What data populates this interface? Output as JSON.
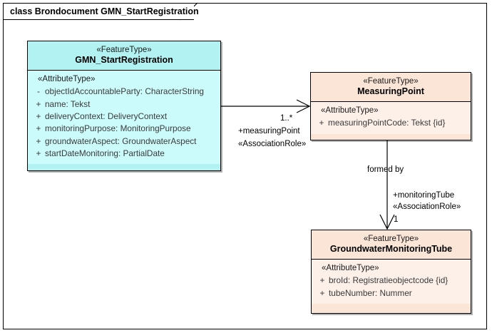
{
  "frame": {
    "title": "class Brondocument GMN_StartRegistration"
  },
  "classes": [
    {
      "id": "gmn",
      "stereotype": "«FeatureType»",
      "name": "GMN_StartRegistration",
      "fill": "#b2f2f2",
      "compartment_label": "«AttributeType»",
      "attributes": [
        {
          "visibility": "-",
          "text": "objectIdAccountableParty: CharacterString"
        },
        {
          "visibility": "+",
          "text": "name: Tekst"
        },
        {
          "visibility": "+",
          "text": "deliveryContext: DeliveryContext"
        },
        {
          "visibility": "+",
          "text": "monitoringPurpose: MonitoringPurpose"
        },
        {
          "visibility": "+",
          "text": "groundwaterAspect: GroundwaterAspect"
        },
        {
          "visibility": "+",
          "text": "startDateMonitoring: PartialDate"
        }
      ]
    },
    {
      "id": "mp",
      "stereotype": "«FeatureType»",
      "name": "MeasuringPoint",
      "fill": "#fae5d7",
      "compartment_label": "«AttributeType»",
      "attributes": [
        {
          "visibility": "+",
          "text": "measuringPointCode: Tekst {id}"
        }
      ]
    },
    {
      "id": "gmt",
      "stereotype": "«FeatureType»",
      "name": "GroundwaterMonitoringTube",
      "fill": "#fae5d7",
      "compartment_label": "«AttributeType»",
      "attributes": [
        {
          "visibility": "+",
          "text": "broId: Registratieobjectcode {id}"
        },
        {
          "visibility": "+",
          "text": "tubeNumber: Nummer"
        }
      ]
    }
  ],
  "associations": [
    {
      "id": "gmn-to-mp",
      "multiplicity": "1..*",
      "role": "+measuringPoint",
      "stereotype": "«AssociationRole»"
    },
    {
      "id": "mp-to-gmt",
      "name": "formed by",
      "multiplicity": "1",
      "role": "+monitoringTube",
      "stereotype": "«AssociationRole»"
    }
  ]
}
